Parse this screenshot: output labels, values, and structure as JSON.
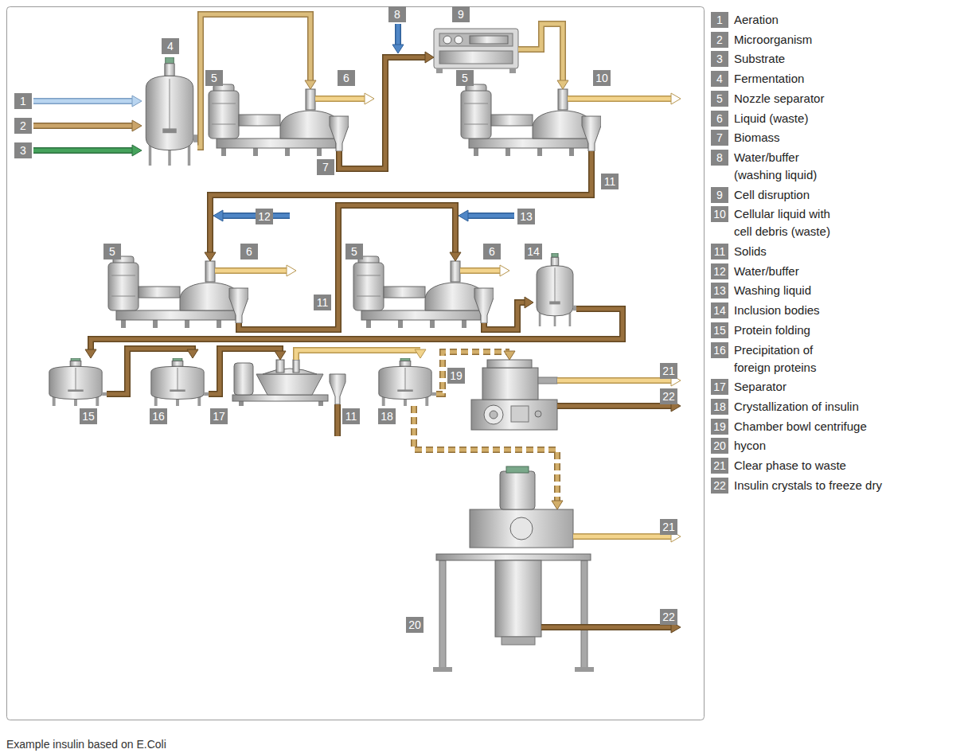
{
  "diagram": {
    "caption": "Example insulin based on E.Coli",
    "nodes": [
      {
        "text": [
          "4"
        ]
      },
      {
        "text": [
          "5"
        ]
      },
      {
        "text": [
          "9"
        ]
      },
      {
        "text": [
          "5"
        ]
      },
      {
        "text": [
          "5"
        ]
      },
      {
        "text": [
          "5"
        ]
      },
      {
        "text": [
          "14"
        ]
      },
      {
        "text": [
          "15"
        ]
      },
      {
        "text": [
          "16"
        ]
      },
      {
        "text": [
          "17"
        ]
      },
      {
        "text": [
          "18"
        ]
      },
      {
        "text": [
          "19"
        ]
      },
      {
        "text": [
          "20"
        ]
      }
    ],
    "edges": [
      {
        "from": 0,
        "to": 1,
        "arrow": "to"
      },
      {
        "from": 1,
        "to": 2,
        "label": "7",
        "arrow": "to"
      },
      {
        "from": 2,
        "to": 3,
        "arrow": "to"
      },
      {
        "from": 3,
        "to": 4,
        "label": "11",
        "arrow": "to"
      },
      {
        "from": 4,
        "to": 5,
        "label": "11",
        "arrow": "to"
      },
      {
        "from": 5,
        "to": 6,
        "arrow": "to"
      },
      {
        "from": 6,
        "to": 7,
        "arrow": "to"
      },
      {
        "from": 7,
        "to": 8,
        "arrow": "to"
      },
      {
        "from": 8,
        "to": 9,
        "arrow": "to"
      },
      {
        "from": 9,
        "to": 10,
        "arrow": "to"
      },
      {
        "from": 10,
        "to": 11,
        "arrow": "to"
      },
      {
        "from": 10,
        "to": 12,
        "arrow": "to"
      }
    ],
    "labels": [
      "1",
      "2",
      "3",
      "6",
      "8",
      "10",
      "12",
      "6",
      "13",
      "6",
      "11",
      "21",
      "22",
      "21",
      "22",
      "1",
      "Aeration",
      "2",
      "Microorganism",
      "3",
      "Substrate",
      "4",
      "Fermentation",
      "5",
      "Nozzle separator",
      "6",
      "Liquid (waste)",
      "7",
      "Biomass",
      "8",
      "Water/buffer (washing liquid)",
      "9",
      "Cell disruption",
      "10",
      "Cellular liquid with cell debris (waste)",
      "11",
      "Solids",
      "12",
      "Water/buffer",
      "13",
      "Washing liquid",
      "14",
      "Inclusion bodies",
      "15",
      "Protein folding",
      "16",
      "Precipitation of foreign proteins",
      "17",
      "Separator",
      "18",
      "Crystallization of insulin",
      "19",
      "Chamber bowl centrifuge",
      "20",
      "hycon",
      "21",
      "Clear phase to waste",
      "22",
      "Insulin crystals to freeze dry"
    ]
  }
}
